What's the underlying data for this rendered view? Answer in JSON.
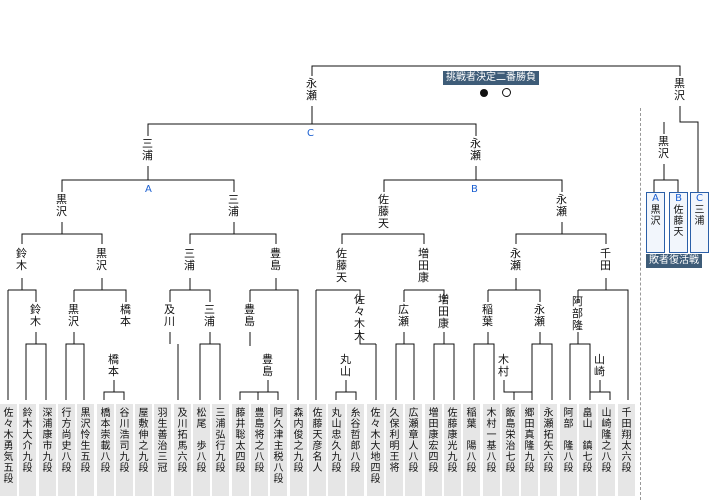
{
  "final": {
    "left": "永\n瀬",
    "right": "黒\n沢",
    "tag": "挑戦者決定二番勝負"
  },
  "labels": {
    "A": "A",
    "B": "B",
    "C": "C"
  },
  "nodes": {
    "c_left": "三\n浦",
    "c_right": "永\n瀬",
    "a_left": "黒\n沢",
    "a_right": "三\n浦",
    "b_left": "佐\n藤\n天",
    "b_right": "永\n瀬",
    "r3_1": "鈴\n木",
    "r3_2": "黒\n沢",
    "r3_3": "三\n浦",
    "r3_4": "豊\n島",
    "r3_5": "佐\n藤\n天",
    "r3_6": "増\n田\n康",
    "r3_7": "永\n瀬",
    "r3_8": "千\n田",
    "r2_1": "鈴\n木",
    "r2_2": "黒\n沢",
    "r2_3": "橋\n本",
    "r2_4": "及\n川",
    "r2_5": "三\n浦",
    "r2_6": "豊\n島",
    "r2_7": "佐\n々\n木\n大",
    "r2_8": "広\n瀬",
    "r2_9": "増\n田\n康",
    "r2_10": "稲\n葉",
    "r2_11": "永\n瀬",
    "r2_12": "阿\n部\n隆",
    "r1_1": "橋\n本",
    "r1_2": "豊\n島",
    "r1_3": "丸\n山",
    "r1_4": "木\n村",
    "r1_5": "山\n崎"
  },
  "players": [
    "佐\n々\n木\n勇\n気\n五\n段",
    "鈴\n木\n大\n介\n九\n段",
    "深\n浦\n康\n市\n九\n段",
    "行\n方\n尚\n史\n八\n段",
    "黒\n沢\n怜\n生\n五\n段",
    "橋\n本\n崇\n載\n八\n段",
    "谷\n川\n浩\n司\n九\n段",
    "屋\n敷\n伸\n之\n九\n段",
    "羽\n生\n善\n治\n三\n冠",
    "及\n川\n拓\n馬\n六\n段",
    "松\n尾\n\n歩\n八\n段",
    "三\n浦\n弘\n行\n九\n段",
    "藤\n井\n聡\n太\n四\n段",
    "豊\n島\n将\n之\n八\n段",
    "阿\n久\n津\n主\n税\n八\n段",
    "森\n内\n俊\n之\n九\n段",
    "佐\n藤\n天\n彦\n名\n人",
    "丸\n山\n忠\n久\n九\n段",
    "糸\n谷\n哲\n郎\n八\n段",
    "佐\n々\n木\n大\n地\n四\n段",
    "久\n保\n利\n明\n王\n将",
    "広\n瀬\n章\n人\n八\n段",
    "増\n田\n康\n宏\n四\n段",
    "佐\n藤\n康\n光\n九\n段",
    "稲\n葉\n\n陽\n八\n段",
    "木\n村\n一\n基\n八\n段",
    "飯\n島\n栄\n治\n七\n段",
    "郷\n田\n真\n隆\n九\n段",
    "永\n瀬\n拓\n矢\n六\n段",
    "阿\n部\n\n隆\n八\n段",
    "畠\n山\n\n鎮\n七\n段",
    "山\n崎\n隆\n之\n八\n段",
    "千\n田\n翔\n太\n六\n段"
  ],
  "revival": {
    "top": "黒\n沢",
    "boxes": [
      {
        "letter": "A",
        "name": "黒\n沢"
      },
      {
        "letter": "B",
        "name": "佐\n藤\n天"
      },
      {
        "letter": "C",
        "name": "三\n浦"
      }
    ],
    "tag": "敗者復活戦"
  }
}
